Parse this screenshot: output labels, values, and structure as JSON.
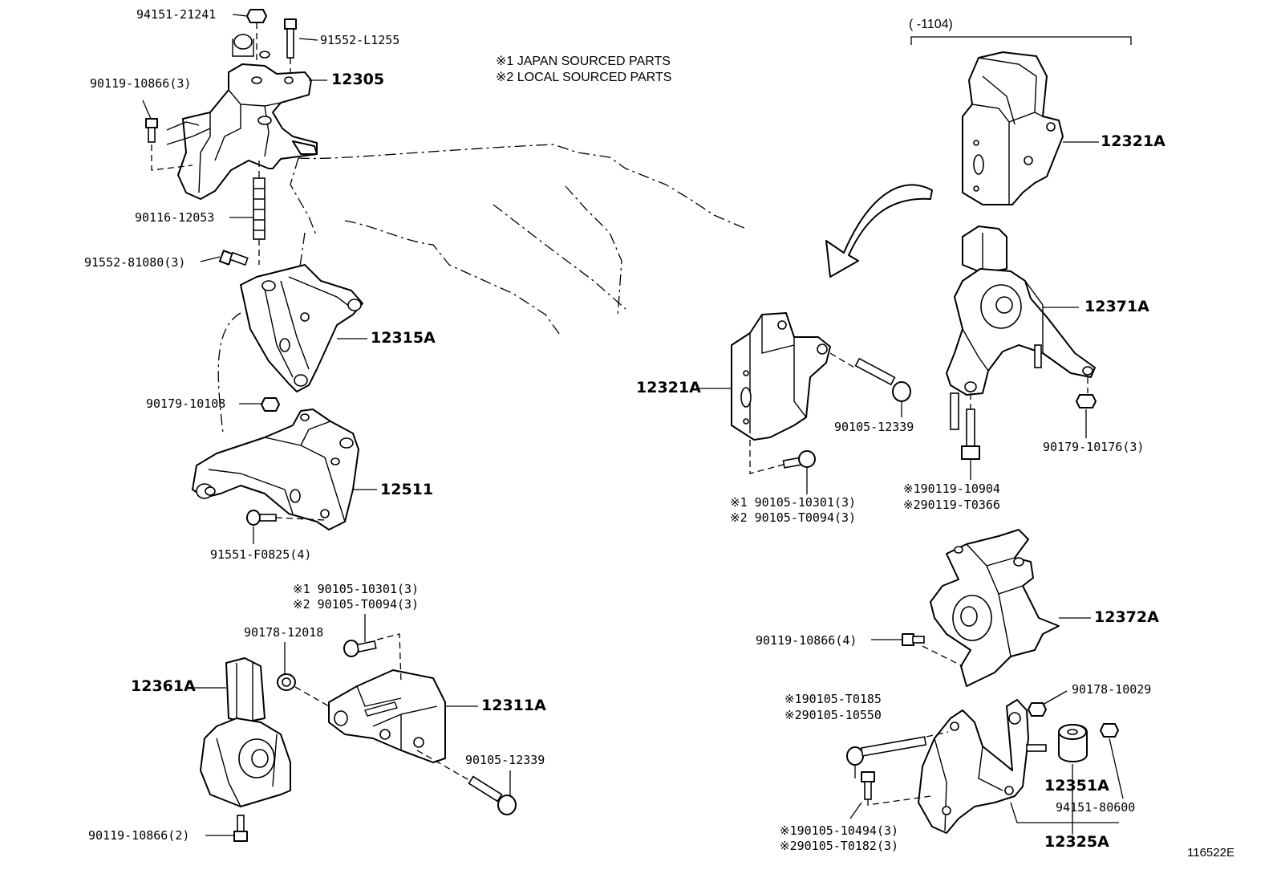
{
  "notes": {
    "japan": "※1 JAPAN SOURCED PARTS",
    "local": "※2 LOCAL SOURCED PARTS"
  },
  "date_range": "(      -1104)",
  "figure_id": "116522E",
  "parts": [
    {
      "id": "94151-21241",
      "text": "94151-21241"
    },
    {
      "id": "91552-L1255",
      "text": "91552-L1255"
    },
    {
      "id": "90119-10866-3",
      "text": "90119-10866(3)"
    },
    {
      "id": "12305",
      "text": "12305"
    },
    {
      "id": "90116-12053",
      "text": "90116-12053"
    },
    {
      "id": "91552-81080-3",
      "text": "91552-81080(3)"
    },
    {
      "id": "12315A",
      "text": "12315A"
    },
    {
      "id": "90179-10108",
      "text": "90179-10108"
    },
    {
      "id": "12511",
      "text": "12511"
    },
    {
      "id": "91551-F0825-4",
      "text": "91551-F0825(4)"
    },
    {
      "id": "L-90105-10301-3",
      "text": "※1 90105-10301(3)"
    },
    {
      "id": "L-90105-T0094-3",
      "text": "※2 90105-T0094(3)"
    },
    {
      "id": "90178-12018",
      "text": "90178-12018"
    },
    {
      "id": "12361A",
      "text": "12361A"
    },
    {
      "id": "12311A",
      "text": "12311A"
    },
    {
      "id": "90105-12339-left",
      "text": "90105-12339"
    },
    {
      "id": "90119-10866-2",
      "text": "90119-10866(2)"
    },
    {
      "id": "12321A-mid",
      "text": "12321A"
    },
    {
      "id": "90105-12339-mid",
      "text": "90105-12339"
    },
    {
      "id": "M-90105-10301-3",
      "text": "※1 90105-10301(3)"
    },
    {
      "id": "M-90105-T0094-3",
      "text": "※2 90105-T0094(3)"
    },
    {
      "id": "12321A-right",
      "text": "12321A"
    },
    {
      "id": "12371A",
      "text": "12371A"
    },
    {
      "id": "90179-10176-3",
      "text": "90179-10176(3)"
    },
    {
      "id": "90119-10904",
      "text": "※190119-10904"
    },
    {
      "id": "90119-T0366",
      "text": "※290119-T0366"
    },
    {
      "id": "12372A",
      "text": "12372A"
    },
    {
      "id": "90119-10866-4",
      "text": "90119-10866(4)"
    },
    {
      "id": "90105-T0185",
      "text": "※190105-T0185"
    },
    {
      "id": "90105-10550",
      "text": "※290105-10550"
    },
    {
      "id": "90178-10029",
      "text": "90178-10029"
    },
    {
      "id": "12351A",
      "text": "12351A"
    },
    {
      "id": "94151-80600",
      "text": "94151-80600"
    },
    {
      "id": "90105-10494-3",
      "text": "※190105-10494(3)"
    },
    {
      "id": "90105-T0182-3",
      "text": "※290105-T0182(3)"
    },
    {
      "id": "12325A",
      "text": "12325A"
    }
  ]
}
